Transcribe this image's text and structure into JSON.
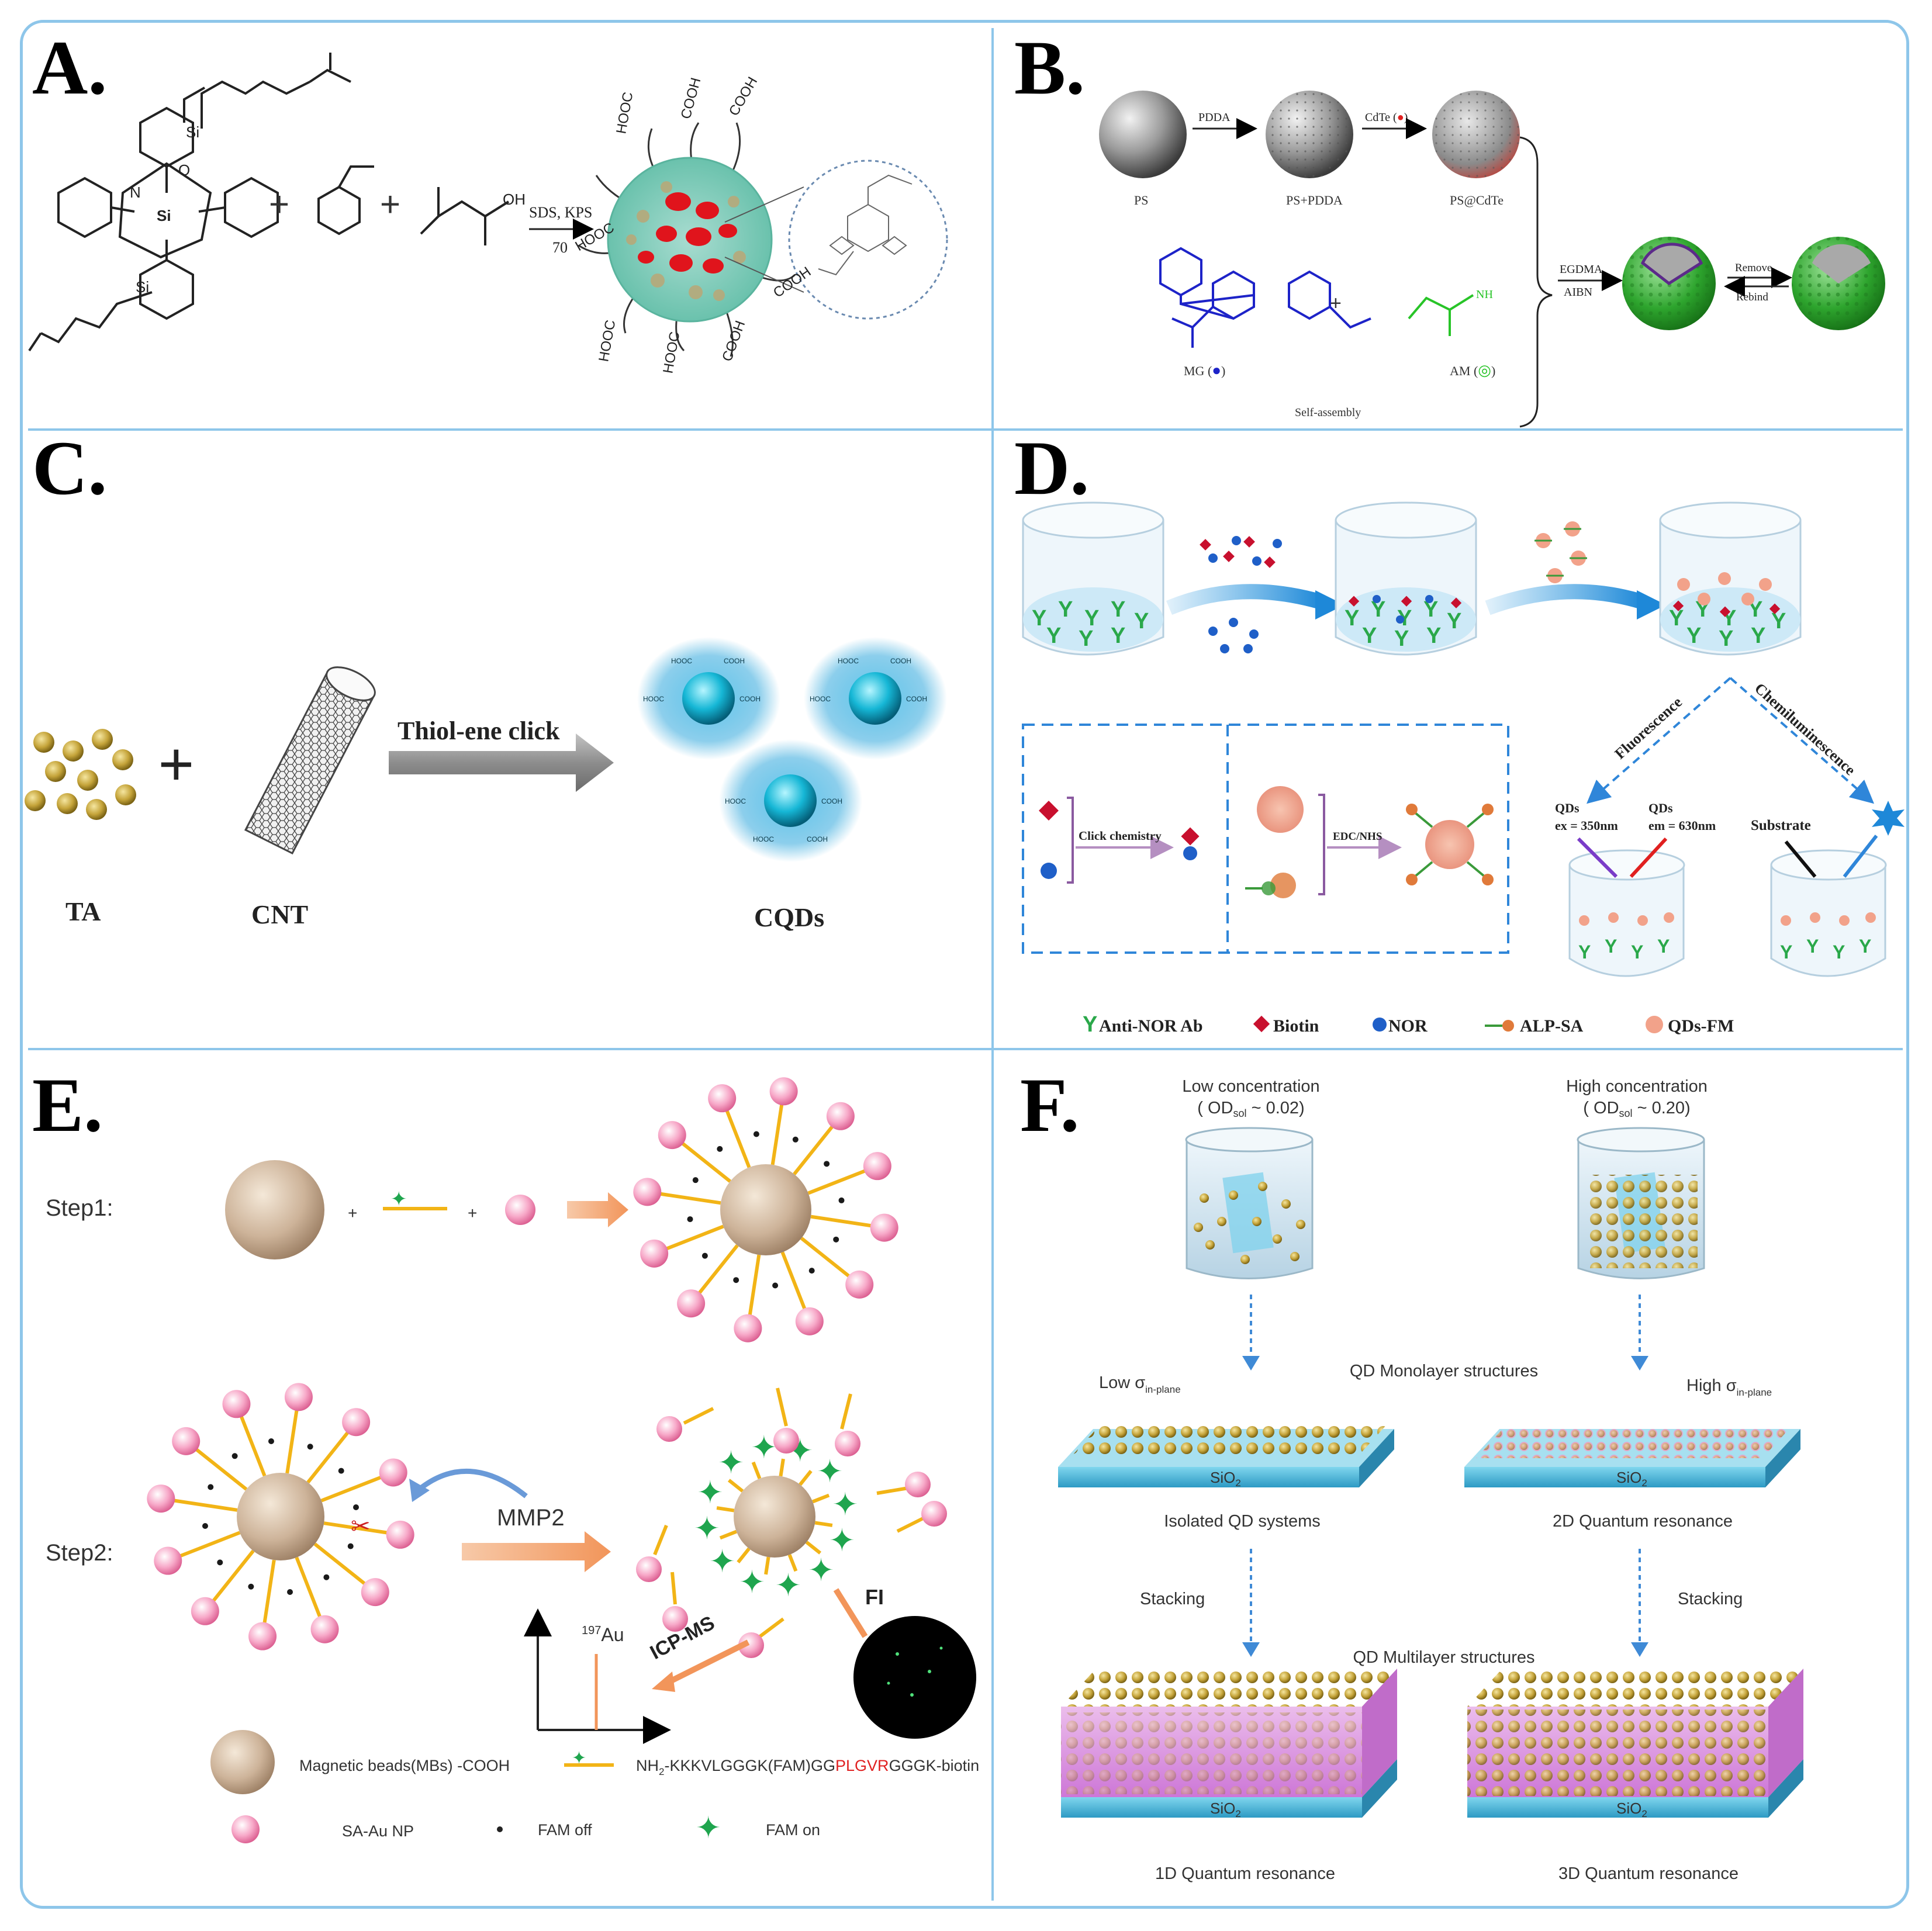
{
  "panels": {
    "A": {
      "letter": "A.",
      "si_center": "Si",
      "si_top": "Si",
      "si_bottom": "Si",
      "n_atom": "N",
      "o_atom": "O",
      "acid": "OH",
      "reagents": "SDS, KPS",
      "temperature": "70",
      "cooh": "COOH",
      "hooc": "HOOC"
    },
    "B": {
      "letter": "B.",
      "step1": "PDDA",
      "step2": "CdTe (",
      "label_ps": "PS",
      "label_pspdda": "PS+PDDA",
      "label_pscdte": "PS@CdTe",
      "mg_label": "MG (",
      "am_label": "AM (",
      "nh2": "NH",
      "self_assembly": "Self-assembly",
      "egdma": "EGDMA",
      "aibn": "AIBN",
      "remove": "Remove",
      "rebind": "Rebind",
      "plus": "+"
    },
    "C": {
      "letter": "C.",
      "arrow_label": "Thiol-ene click",
      "ta": "TA",
      "cnt": "CNT",
      "cqds": "CQDs",
      "cooh": "COOH",
      "hooc": "HOOC",
      "plus": "+"
    },
    "D": {
      "letter": "D.",
      "click": "Click chemistry",
      "edc": "EDC/NHS",
      "fluorescence": "Fluorescence",
      "chemiluminescence": "Chemiluminescence",
      "qds_ex_title": "QDs",
      "qds_ex": "ex = 350nm",
      "qds_em_title": "QDs",
      "qds_em": "em = 630nm",
      "substrate": "Substrate",
      "legend": [
        "Anti-NOR Ab",
        "Biotin",
        "NOR",
        "ALP-SA",
        "QDs-FM"
      ]
    },
    "E": {
      "letter": "E.",
      "step1": "Step1:",
      "step2": "Step2:",
      "mmp2": "MMP2",
      "icpms": "ICP-MS",
      "fi": "FI",
      "au_mass": "197",
      "au": "Au",
      "plus": "+",
      "legend_mb": "Magnetic beads(MBs) -COOH",
      "legend_peptide_pre": "NH",
      "legend_peptide_sub": "2",
      "legend_peptide_a": "-KKKVLGGGK(FAM)GG",
      "legend_peptide_red": "PLGVR",
      "legend_peptide_b": "GGGK-biotin",
      "legend_sa": "SA-Au NP",
      "legend_off": "FAM off",
      "legend_on": "FAM on"
    },
    "F": {
      "letter": "F.",
      "low_conc": "Low concentration",
      "low_od_pre": "( OD",
      "low_od_sub": "sol",
      "low_od_post": " ~ 0.02)",
      "high_conc": "High concentration",
      "high_od_pre": "( OD",
      "high_od_sub": "sol",
      "high_od_post": " ~ 0.20)",
      "monolayer": "QD Monolayer structures",
      "low_sigma": "Low σ",
      "low_sigma_sub": "in-plane",
      "high_sigma": "High σ",
      "high_sigma_sub": "in-plane",
      "sio2": "SiO",
      "sio2_sub": "2",
      "isolated": "Isolated QD systems",
      "quantum2d": "2D Quantum resonance",
      "stacking_left": "Stacking",
      "stacking_right": "Stacking",
      "multilayer": "QD Multilayer structures",
      "quantum1d": "1D Quantum resonance",
      "quantum3d": "3D Quantum resonance"
    }
  }
}
